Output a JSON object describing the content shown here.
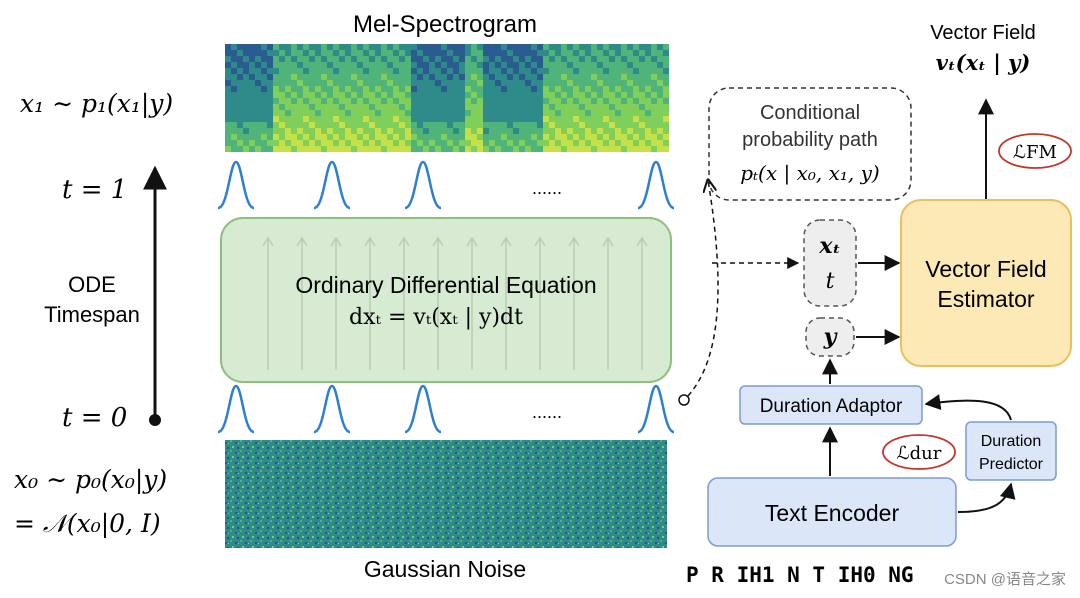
{
  "spectrogram": {
    "title": "Mel-Spectrogram"
  },
  "noise": {
    "title": "Gaussian Noise"
  },
  "x1_label": "x₁ ∼ p₁(x₁|y)",
  "x0_label_line1": "x₀ ∼ p₀(x₀|y)",
  "x0_label_line2": "= 𝒩(x₀|0, I)",
  "t1_label": "t = 1",
  "t0_label": "t = 0",
  "ode_timespan": {
    "line1": "ODE",
    "line2": "Timespan"
  },
  "dots": "......",
  "ode_box": {
    "line1": "Ordinary Differential Equation",
    "line2": "dxₜ = vₜ(xₜ | y)dt"
  },
  "cond_path": {
    "line1": "Conditional",
    "line2": "probability path",
    "line3": "pₜ(x | x₀, x₁, y)"
  },
  "vector_field": {
    "line1": "Vector Field",
    "line2": "vₜ(xₜ | y)"
  },
  "loss_fm": "ℒFM",
  "loss_dur": "ℒdur",
  "xt_node": {
    "line1": "xₜ",
    "line2": "t"
  },
  "y_node": "y",
  "vf_estimator": {
    "line1": "Vector Field",
    "line2": "Estimator"
  },
  "duration_adaptor": "Duration Adaptor",
  "duration_predictor": {
    "line1": "Duration",
    "line2": "Predictor"
  },
  "text_encoder": "Text Encoder",
  "phonemes": "P R IH1 N T IH0 NG",
  "watermark": "CSDN @语音之家",
  "colors": {
    "ode_fill": "#d7ead2",
    "ode_stroke": "#8fbf7f",
    "estimator_fill": "#fde9b6",
    "estimator_stroke": "#e8c05e",
    "blue_fill": "#dbe7f8",
    "blue_stroke": "#7d9ccf",
    "gauss": "#2f7fd0",
    "loss_stroke": "#c0392b"
  }
}
